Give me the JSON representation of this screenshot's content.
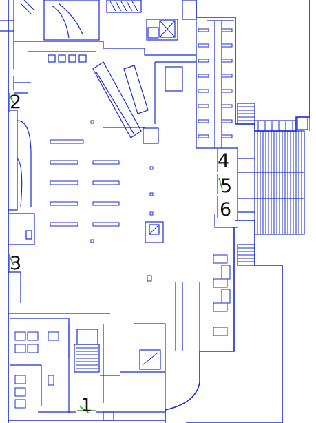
{
  "colors": {
    "wall": "#1a2bd6",
    "door_marker": "#2ea02e",
    "label": "#111111"
  },
  "doors": [
    {
      "id": "door-1",
      "label": "1"
    },
    {
      "id": "door-2",
      "label": "2"
    },
    {
      "id": "door-3",
      "label": "3"
    },
    {
      "id": "door-4",
      "label": "4"
    },
    {
      "id": "door-5",
      "label": "5"
    },
    {
      "id": "door-6",
      "label": "6"
    }
  ]
}
